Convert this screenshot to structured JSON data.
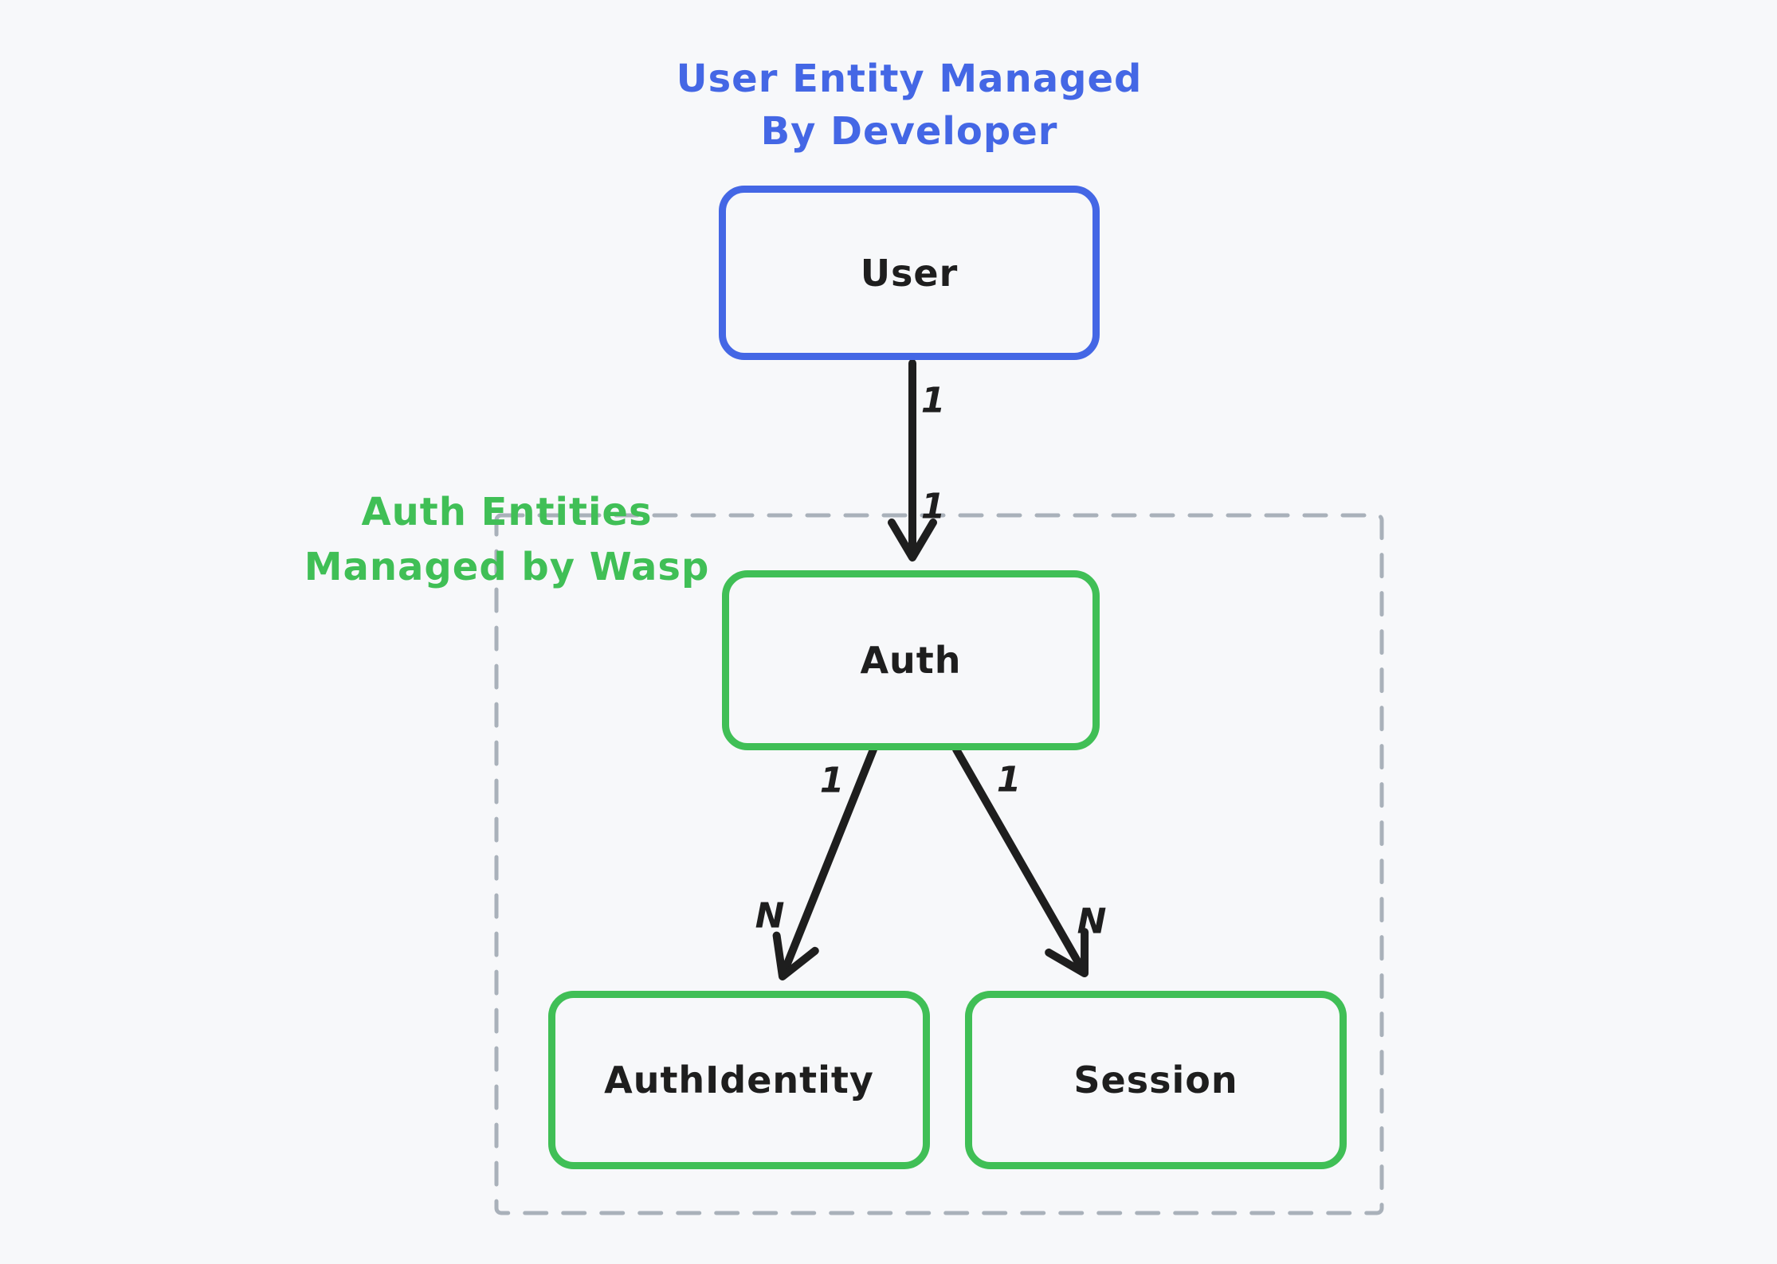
{
  "title": {
    "line1": "User Entity Managed",
    "line2": "By Developer"
  },
  "group_label": {
    "line1": "Auth Entities",
    "line2": "Managed by Wasp"
  },
  "nodes": {
    "user": {
      "label": "User"
    },
    "auth": {
      "label": "Auth"
    },
    "auth_identity": {
      "label": "AuthIdentity"
    },
    "session": {
      "label": "Session"
    }
  },
  "edges": {
    "user_to_auth": {
      "source_cardinality": "1",
      "target_cardinality": "1"
    },
    "auth_to_auth_identity": {
      "source_cardinality": "1",
      "target_cardinality": "N"
    },
    "auth_to_session": {
      "source_cardinality": "1",
      "target_cardinality": "N"
    }
  },
  "colors": {
    "background": "#f7f8fa",
    "user_accent": "#4467e5",
    "wasp_accent": "#40bf56",
    "dashed_border": "#a9b1ba",
    "ink": "#1e1e1e"
  }
}
